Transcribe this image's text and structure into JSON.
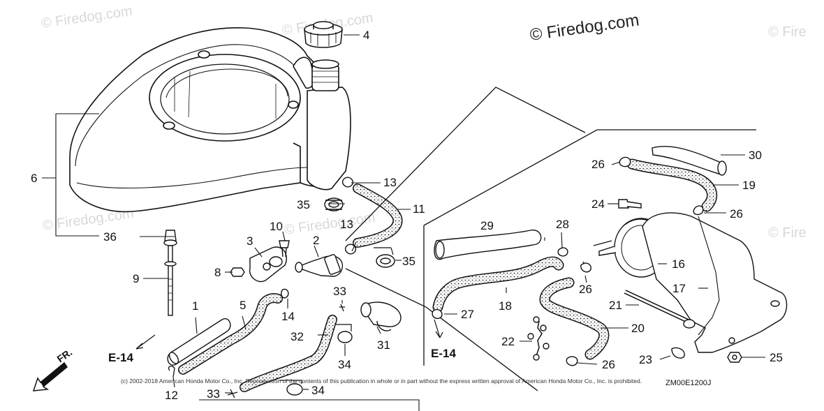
{
  "watermark": {
    "main": "© Firedog.com",
    "faded": [
      "© Firedog.com",
      "© Firedog.com",
      "© Fire",
      "© Firedog.com",
      "© Firedog.com",
      "© Fire"
    ]
  },
  "callouts": {
    "p1": "1",
    "p2": "2",
    "p3": "3",
    "p4": "4",
    "p5": "5",
    "p6": "6",
    "p8": "8",
    "p9": "9",
    "p10": "10",
    "p11": "11",
    "p12": "12",
    "p13a": "13",
    "p13b": "13",
    "p14": "14",
    "p16": "16",
    "p17": "17",
    "p18": "18",
    "p19": "19",
    "p20": "20",
    "p21": "21",
    "p22": "22",
    "p23": "23",
    "p24": "24",
    "p25": "25",
    "p26a": "26",
    "p26b": "26",
    "p26c": "26",
    "p26d": "26",
    "p27": "27",
    "p28": "28",
    "p29": "29",
    "p30": "30",
    "p31": "31",
    "p32": "32",
    "p33a": "33",
    "p33b": "33",
    "p34a": "34",
    "p34b": "34",
    "p35a": "35",
    "p35b": "35",
    "p36": "36"
  },
  "references": {
    "left": "E-14",
    "right": "E-14"
  },
  "front_arrow": "FR.",
  "copyright": "(c) 2002-2018 American Honda Motor Co., Inc. Reproduction of the contents of this publication in whole or in part without the express written approval of American Honda Motor Co., Inc. is prohibited.",
  "diagram_code": "ZM00E1200J"
}
